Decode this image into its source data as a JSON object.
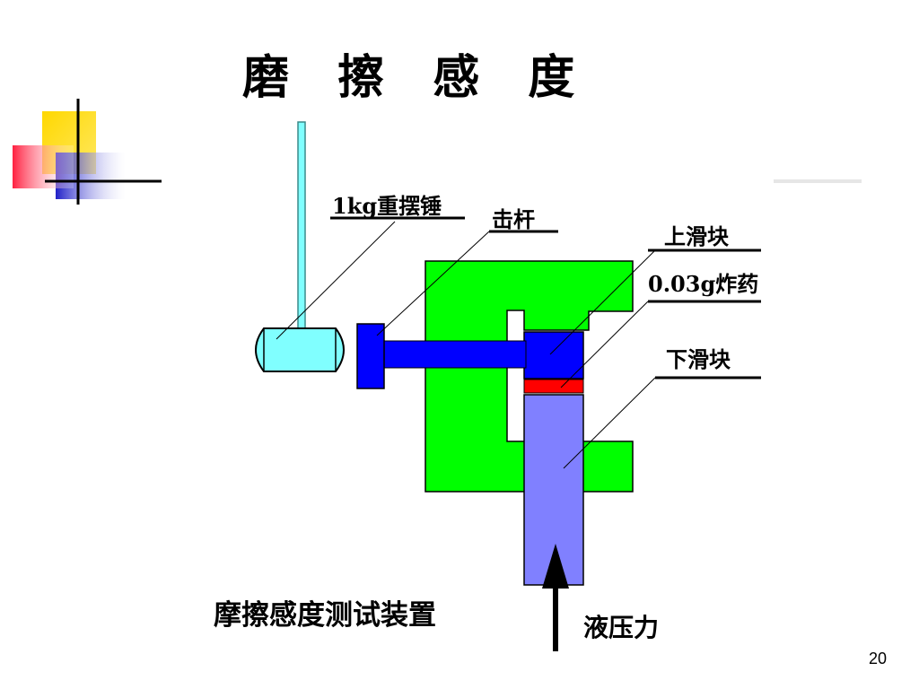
{
  "title": "磨 擦 感 度",
  "labels": {
    "pendulum": "1kg重摆锤",
    "striker": "击杆",
    "upper_slider": "上滑块",
    "explosive": "0.03g炸药",
    "lower_slider": "下滑块"
  },
  "caption": "摩擦感度测试装置",
  "pressure_label": "液压力",
  "page_number": "20",
  "colors": {
    "frame_green": "#00ff00",
    "striker_blue": "#0000ff",
    "explosive_red": "#ff0000",
    "lower_slider_purple": "#8080ff",
    "pendulum_cyan": "#80ffff",
    "deco_yellow": "#ffd800",
    "deco_red": "#ff5060",
    "deco_blue": "#3030d0"
  }
}
